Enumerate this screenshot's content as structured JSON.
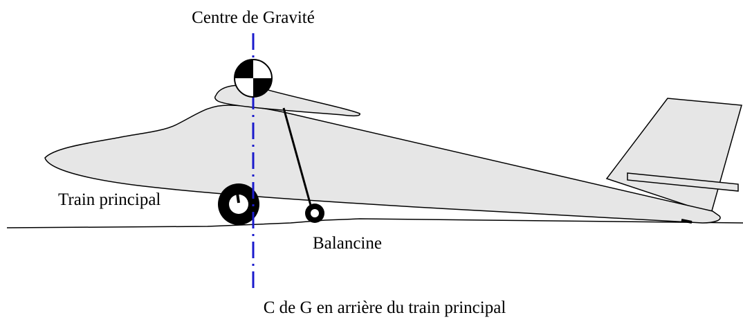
{
  "labels": {
    "cg_title": "Centre de Gravité",
    "main_gear": "Train principal",
    "outrigger": "Balancine",
    "caption": "C de G en arrière du train principal"
  },
  "colors": {
    "background": "#ffffff",
    "fuselage_fill": "#e6e6e6",
    "outline": "#000000",
    "cg_line": "#1a1acc"
  }
}
